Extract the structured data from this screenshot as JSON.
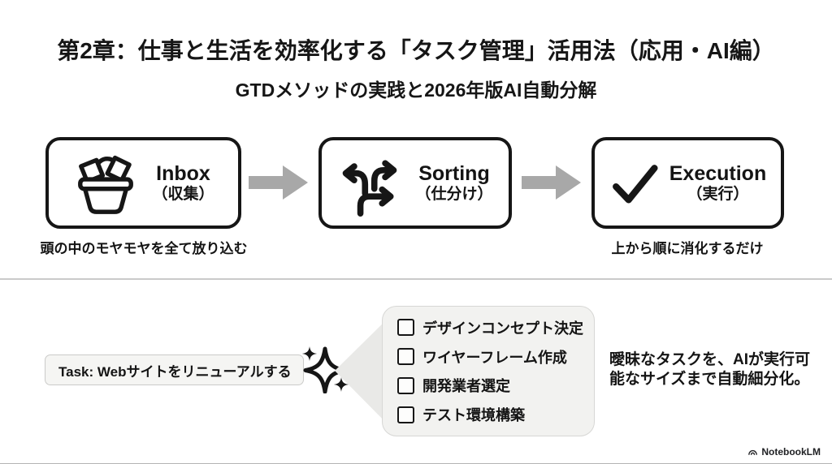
{
  "header": {
    "title": "第2章：仕事と生活を効率化する「タスク管理」活用法（応用・AI編）",
    "subtitle": "GTDメソッドの実践と2026年版AI自動分解"
  },
  "flow": {
    "steps": [
      {
        "name": "Inbox",
        "name_ja": "（収集）",
        "icon": "basket-icon",
        "caption": "頭の中のモヤモヤを全て放り込む"
      },
      {
        "name": "Sorting",
        "name_ja": "（仕分け）",
        "icon": "branch-arrows-icon"
      },
      {
        "name": "Execution",
        "name_ja": "（実行）",
        "icon": "checkmark-icon",
        "caption": "上から順に消化するだけ"
      }
    ]
  },
  "ai_demo": {
    "task_label": "Task: Webサイトをリニューアルする",
    "checklist": [
      "デザインコンセプト決定",
      "ワイヤーフレーム作成",
      "開発業者選定",
      "テスト環境構築"
    ],
    "description_line1": "曖昧なタスクを、AIが実行可",
    "description_line2": "能なサイズまで自動細分化。"
  },
  "footer": {
    "brand": "NotebookLM"
  },
  "colors": {
    "text": "#141414",
    "box_border": "#161616",
    "flow_arrow": "#a8a8a8",
    "panel_bg": "#f2f2f0",
    "panel_border": "#d7d7d5",
    "task_bg": "#f5f5f3",
    "divider": "#cacaca",
    "background": "#ffffff"
  }
}
